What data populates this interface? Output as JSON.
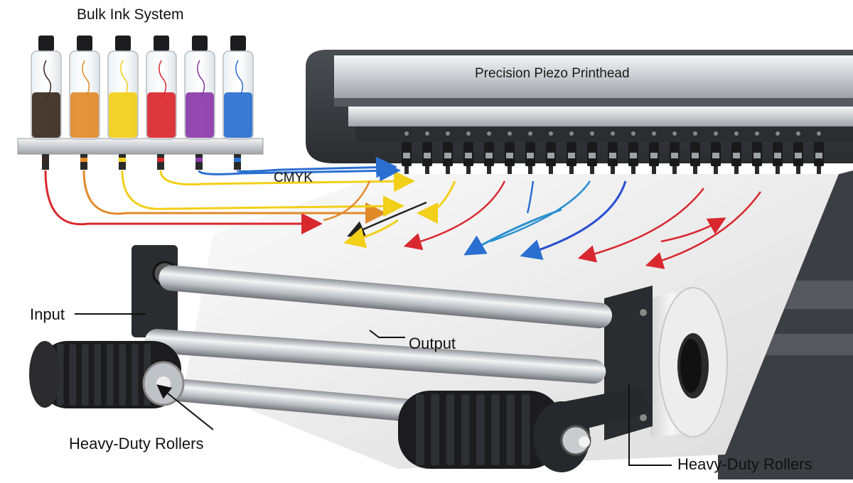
{
  "labels": {
    "bulk_ink_system": "Bulk Ink System",
    "printhead": "Precision Piezo Printhead",
    "cmyk": "CMYK",
    "input": "Input",
    "output": "Output",
    "rollers_left": "Heavy-Duty Rollers",
    "rollers_right": "Heavy-Duty Rollers"
  },
  "ink_bottles": [
    {
      "name": "black",
      "color": "#3a2a20"
    },
    {
      "name": "orange",
      "color": "#e08a2a"
    },
    {
      "name": "yellow",
      "color": "#f2cf18"
    },
    {
      "name": "red",
      "color": "#d9272e"
    },
    {
      "name": "purple",
      "color": "#8a3aa8"
    },
    {
      "name": "blue",
      "color": "#2a6fd0"
    }
  ],
  "colors": {
    "metal_light": "#e6e8ea",
    "metal_dark": "#3a3c40",
    "paper": "#f1f1f1",
    "rubber": "#1e1e1e"
  }
}
